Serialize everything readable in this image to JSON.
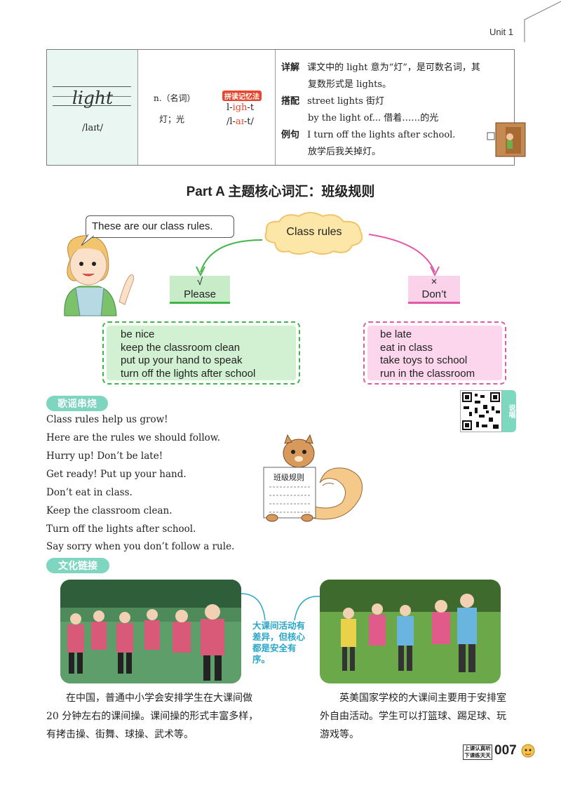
{
  "header": {
    "unit": "Unit 1"
  },
  "vocab": {
    "word": "light",
    "phonetic": "/laɪt/",
    "pos": "n.（名词）",
    "meaning": "灯；光",
    "mnemonic_tag": "拼读记忆法",
    "mnemonic_parts": [
      "l-",
      "igh",
      "-t"
    ],
    "mnemonic_phon": [
      "/l-",
      "aɪ",
      "-t/"
    ],
    "detail_label": "详解",
    "detail_text_1": "课文中的 light 意为“灯”，是可数名词，其",
    "detail_text_2": "复数形式是 lights。",
    "collocation_label": "搭配",
    "collocation_1": "street lights 街灯",
    "collocation_2": "by the light of...  借着……的光",
    "example_label": "例句",
    "example_en": "I turn off the lights after school.",
    "example_zh": "放学后我关掉灯。"
  },
  "part_title": "Part A 主题核心词汇：班级规则",
  "diagram": {
    "speech": "These are our class rules.",
    "center": "Class rules",
    "please_mark": "√",
    "please_label": "Please",
    "dont_mark": "×",
    "dont_label": "Don’t",
    "please_rules": [
      "be nice",
      "keep the classroom clean",
      "put up your hand to speak",
      "turn off the lights after school"
    ],
    "dont_rules": [
      "be late",
      "eat in class",
      "take toys to school",
      "run in the classroom"
    ]
  },
  "chant": {
    "tag": "歌谣串烧",
    "lines": [
      "Class rules help us grow!",
      "Here are the rules we should follow.",
      "Hurry up! Don’t be late!",
      "Get ready! Put up your hand.",
      "Don’t eat in class.",
      "Keep the classroom clean.",
      "Turn off the lights after school.",
      "Say sorry when you don’t follow a rule."
    ],
    "sign_text": "班级规则",
    "qr_tab": "说唱"
  },
  "culture": {
    "tag": "文化链接",
    "note": "大课间活动有差异，但核心都是安全有序。",
    "para_left": "在中国，普通中小学会安排学生在大课间做 20 分钟左右的课间操。课间操的形式丰富多样，有拷击操、街舞、球操、武术等。",
    "para_right": "英美国家学校的大课间主要用于安排室外自由活动。学生可以打篮球、踢足球、玩游戏等。"
  },
  "footer": {
    "slogan_1": "上课认真听",
    "slogan_2": "下课练天天",
    "page": "007"
  },
  "colors": {
    "green": "#3fb54a",
    "pink": "#e05aa8",
    "teal": "#2aa6c8",
    "red": "#e8472d"
  }
}
